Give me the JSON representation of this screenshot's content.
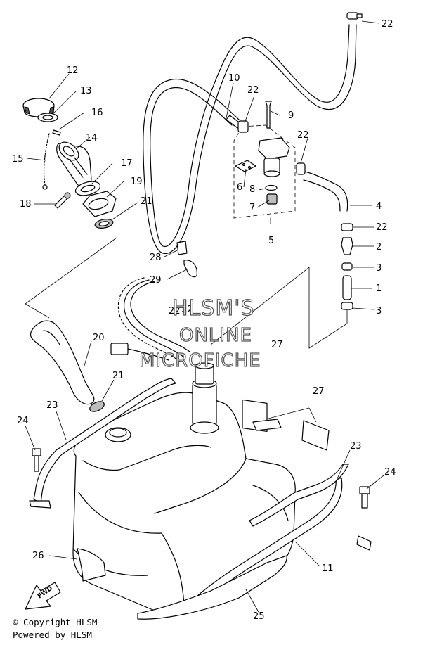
{
  "callouts": {
    "c1": "1",
    "c2": "2",
    "c3a": "3",
    "c3b": "3",
    "c4": "4",
    "c5": "5",
    "c6": "6",
    "c7": "7",
    "c8": "8",
    "c9": "9",
    "c10": "10",
    "c11": "11",
    "c12": "12",
    "c13": "13",
    "c14": "14",
    "c15": "15",
    "c16": "16",
    "c17": "17",
    "c18": "18",
    "c19": "19",
    "c20": "20",
    "c21a": "21",
    "c21b": "21",
    "c22a": "22",
    "c22b": "22",
    "c22c": "22",
    "c22d": "22",
    "c22e": "22",
    "c22f": "22",
    "c23a": "23",
    "c23b": "23",
    "c24a": "24",
    "c24b": "24",
    "c25": "25",
    "c26": "26",
    "c27a": "27",
    "c27b": "27",
    "c28": "28",
    "c29": "29"
  },
  "watermark": {
    "line1": "HLSM'S",
    "line2": "ONLINE",
    "line3": "MICROFICHE"
  },
  "fwd_label": "FWD",
  "footer": {
    "copyright": "© Copyright HLSM",
    "powered": "Powered by HLSM"
  }
}
